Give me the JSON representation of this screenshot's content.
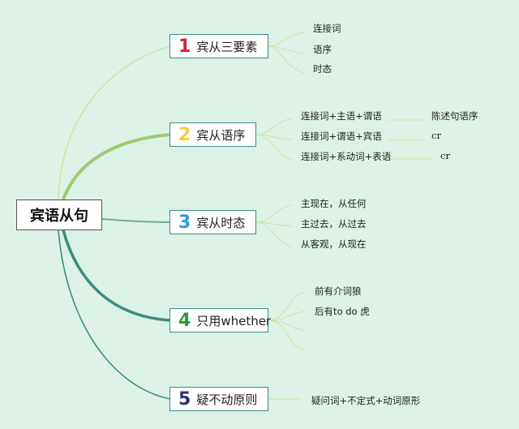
{
  "root": {
    "label": "宾语从句"
  },
  "branches": [
    {
      "num": "1",
      "num_color": "#d6243a",
      "label": "宾从三要素",
      "leaves": [
        "连接词",
        "语序",
        "时态"
      ]
    },
    {
      "num": "2",
      "num_color": "#f0cf3a",
      "label": "宾从语序",
      "leaves": [
        "连接词+主语+谓语",
        "连接词+谓语+宾语",
        "连接词+系动词+表语"
      ],
      "subleaves": [
        "陈述句语序",
        "cr",
        "cr"
      ]
    },
    {
      "num": "3",
      "num_color": "#2e9bd6",
      "label": "宾从时态",
      "leaves": [
        "主现在，从任何",
        "主过去，从过去",
        "从客观，从现在"
      ]
    },
    {
      "num": "4",
      "num_color": "#2f9a3a",
      "label": "只用whether",
      "leaves": [
        "前有介词狼",
        "后有to do 虎"
      ]
    },
    {
      "num": "5",
      "num_color": "#2a2f7a",
      "label": "疑不动原则",
      "leaves": [
        "疑问词+不定式+动词原形"
      ]
    }
  ]
}
